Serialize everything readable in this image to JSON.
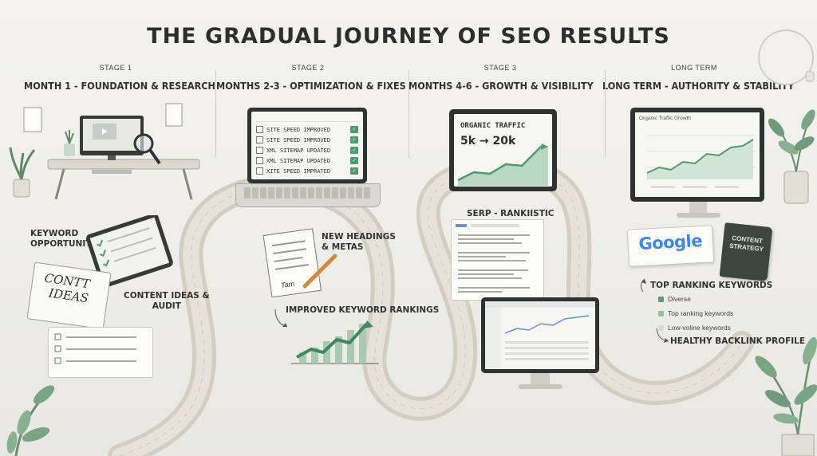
{
  "title": "THE GRADUAL JOURNEY OF SEO RESULTS",
  "stages": [
    {
      "tag": "STAGE 1",
      "heading": "MONTH 1 - FOUNDATION & RESEARCH"
    },
    {
      "tag": "STAGE 2",
      "heading": "MONTHS 2-3 - OPTIMIZATION & FIXES"
    },
    {
      "tag": "STAGE 3",
      "heading": "MONTHS 4-6 - GROWTH & VISIBILITY"
    },
    {
      "tag": "LONG TERM",
      "heading": "LONG TERM - AUTHORITY & STABILITY"
    }
  ],
  "stage1": {
    "keyword_line1": "KEYWORD",
    "keyword_line2": "OPPORTUNITIES",
    "notebook_line1": "CONTT",
    "notebook_line2": "IDEAS",
    "audit_line1": "CONTENT IDEAS &",
    "audit_line2": "AUDIT"
  },
  "stage2": {
    "checklist": [
      "SITE SPEED IMPROVED",
      "SITE SPEED IMPROVED",
      "XML SITEMAP UPDATED",
      "XML SITEMAP UPDATED",
      "XITE SPEED IMPRATED"
    ],
    "headings_line1": "NEW HEADINGS",
    "headings_line2": "& METAS",
    "signature": "Tam",
    "rankings": "IMPROVED KEYWORD RANKINGS"
  },
  "stage3": {
    "traffic_title": "ORGANIC TRAFFIC",
    "traffic_value": "5k → 20k",
    "serp_label": "SERP - RANKIISTIC"
  },
  "stage4": {
    "dash_title": "Organic Traffic Growth",
    "google_logo": "Google",
    "book_line1": "CONTENT",
    "book_line2": "STRATEGY",
    "top_ranking_title": "TOP RANKING KEYWORDS",
    "legend": [
      {
        "label": "Diverse",
        "color": "#5e9a78"
      },
      {
        "label": "Top ranking keywords",
        "color": "#8fc0a0"
      },
      {
        "label": "Low-voline keywords",
        "color": "#d9d9d2"
      }
    ],
    "backlink": "HEALTHY BACKLINK PROFILE"
  },
  "colors": {
    "accent_green": "#4f9a6e",
    "road": "#d6d1c7",
    "ink": "#2f3432"
  }
}
